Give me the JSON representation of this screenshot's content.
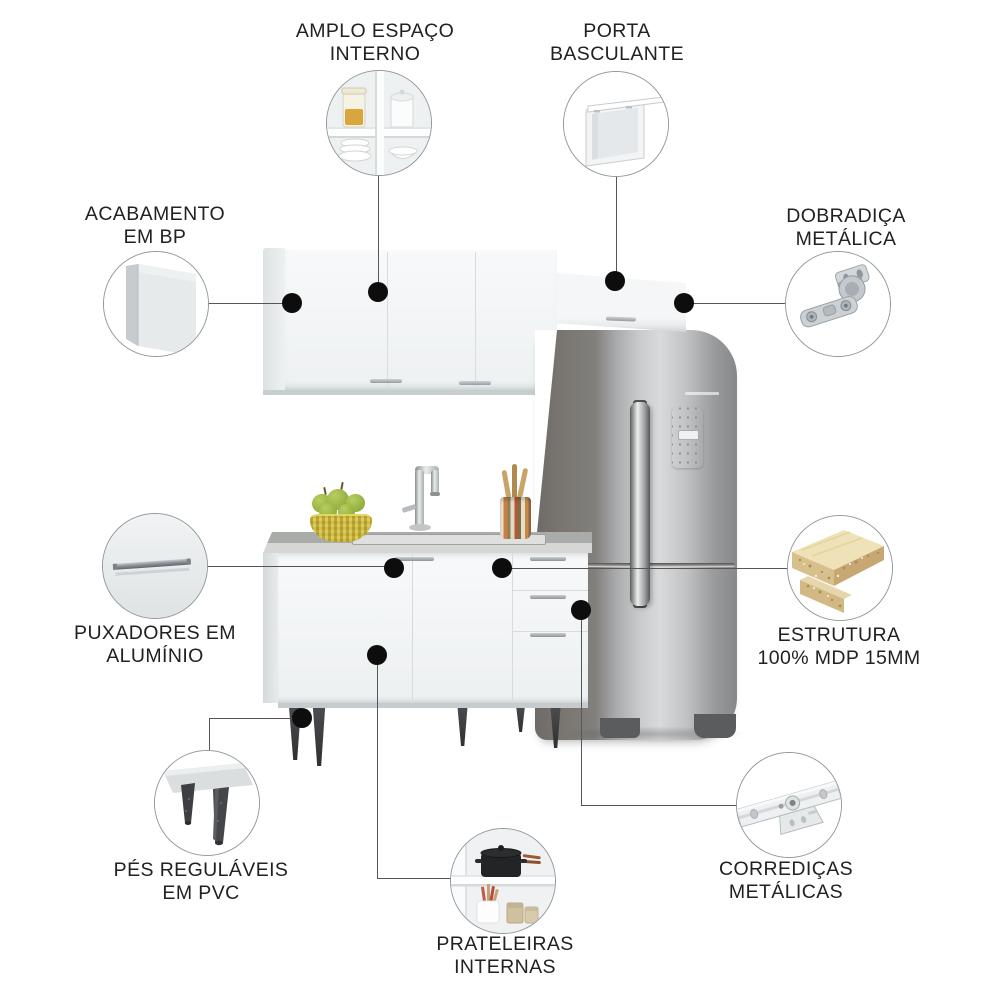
{
  "callouts": [
    {
      "id": "amplo",
      "line1": "AMPLO ESPAÇO",
      "line2": "INTERNO",
      "icon": "cabinet-interior-icon"
    },
    {
      "id": "porta",
      "line1": "PORTA",
      "line2": "BASCULANTE",
      "icon": "flip-door-icon"
    },
    {
      "id": "acabamento",
      "line1": "ACABAMENTO",
      "line2": "EM BP",
      "icon": "bp-finish-icon"
    },
    {
      "id": "dobradica",
      "line1": "DOBRADIÇA",
      "line2": "METÁLICA",
      "icon": "metal-hinge-icon"
    },
    {
      "id": "puxadores",
      "line1": "PUXADORES EM",
      "line2": "ALUMÍNIO",
      "icon": "aluminum-handle-icon"
    },
    {
      "id": "estrutura",
      "line1": "ESTRUTURA",
      "line2": "100% MDP 15MM",
      "icon": "mdp-board-icon"
    },
    {
      "id": "pes",
      "line1": "PÉS REGULÁVEIS",
      "line2": "EM PVC",
      "icon": "pvc-feet-icon"
    },
    {
      "id": "prateleiras",
      "line1": "PRATELEIRAS",
      "line2": "INTERNAS",
      "icon": "internal-shelves-icon"
    },
    {
      "id": "corredicas",
      "line1": "CORREDIÇAS",
      "line2": "METÁLICAS",
      "icon": "metal-slide-icon"
    }
  ],
  "colors": {
    "label_text": "#212121",
    "connector_line": "#55555a",
    "anchor_dot": "#0d0d0d",
    "circle_border": "#8f979b",
    "cabinet_white": "#f3f5f6",
    "counter_gray": "#aaacaa",
    "fridge_silver": "#c9cbcd",
    "fridge_dark_side": "#6e6a67",
    "feet_dark": "#3a3c3f",
    "mdp_wood": "#d8c08d",
    "bowl_yellow": "#d7c244",
    "pear_green": "#8fae3e"
  }
}
